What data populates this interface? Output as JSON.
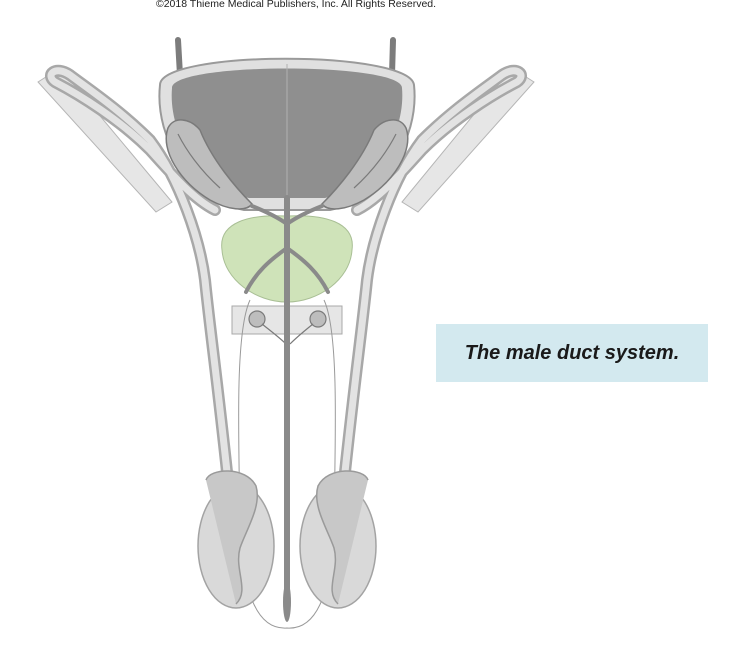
{
  "copyright": "©2018 Thieme Medical Publishers, Inc. All Rights Reserved.",
  "caption": "The male duct system.",
  "colors": {
    "bladder": "#8f8f8f",
    "prostate": "#cfe3b9",
    "duct": "#a8a8a8",
    "tissue": "#d9d9d9",
    "caption_bg": "#d3e9ef"
  },
  "diagram": {
    "parts": [
      "bladder",
      "ureters",
      "seminal-vesicles",
      "vas-deferens",
      "prostate",
      "bulbourethral-glands",
      "urethra",
      "testes",
      "epididymis",
      "inguinal-canal"
    ]
  }
}
